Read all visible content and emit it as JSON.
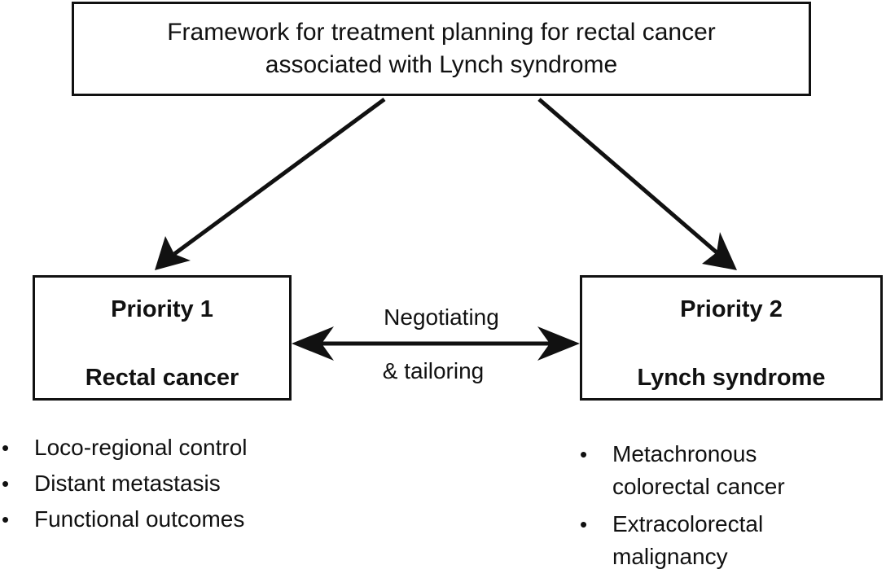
{
  "header": {
    "line1": "Framework for treatment planning for rectal cancer",
    "line2": "associated with Lynch syndrome"
  },
  "left_box": {
    "title": "Priority 1",
    "subtitle": "Rectal cancer"
  },
  "right_box": {
    "title": "Priority 2",
    "subtitle": "Lynch syndrome"
  },
  "connector": {
    "line1": "Negotiating",
    "line2": "& tailoring"
  },
  "left_bullets": [
    "Loco-regional control",
    "Distant metastasis",
    "Functional outcomes"
  ],
  "right_bullets": [
    [
      "Metachronous",
      "colorectal cancer"
    ],
    [
      "Extracolorectal",
      "malignancy"
    ]
  ]
}
